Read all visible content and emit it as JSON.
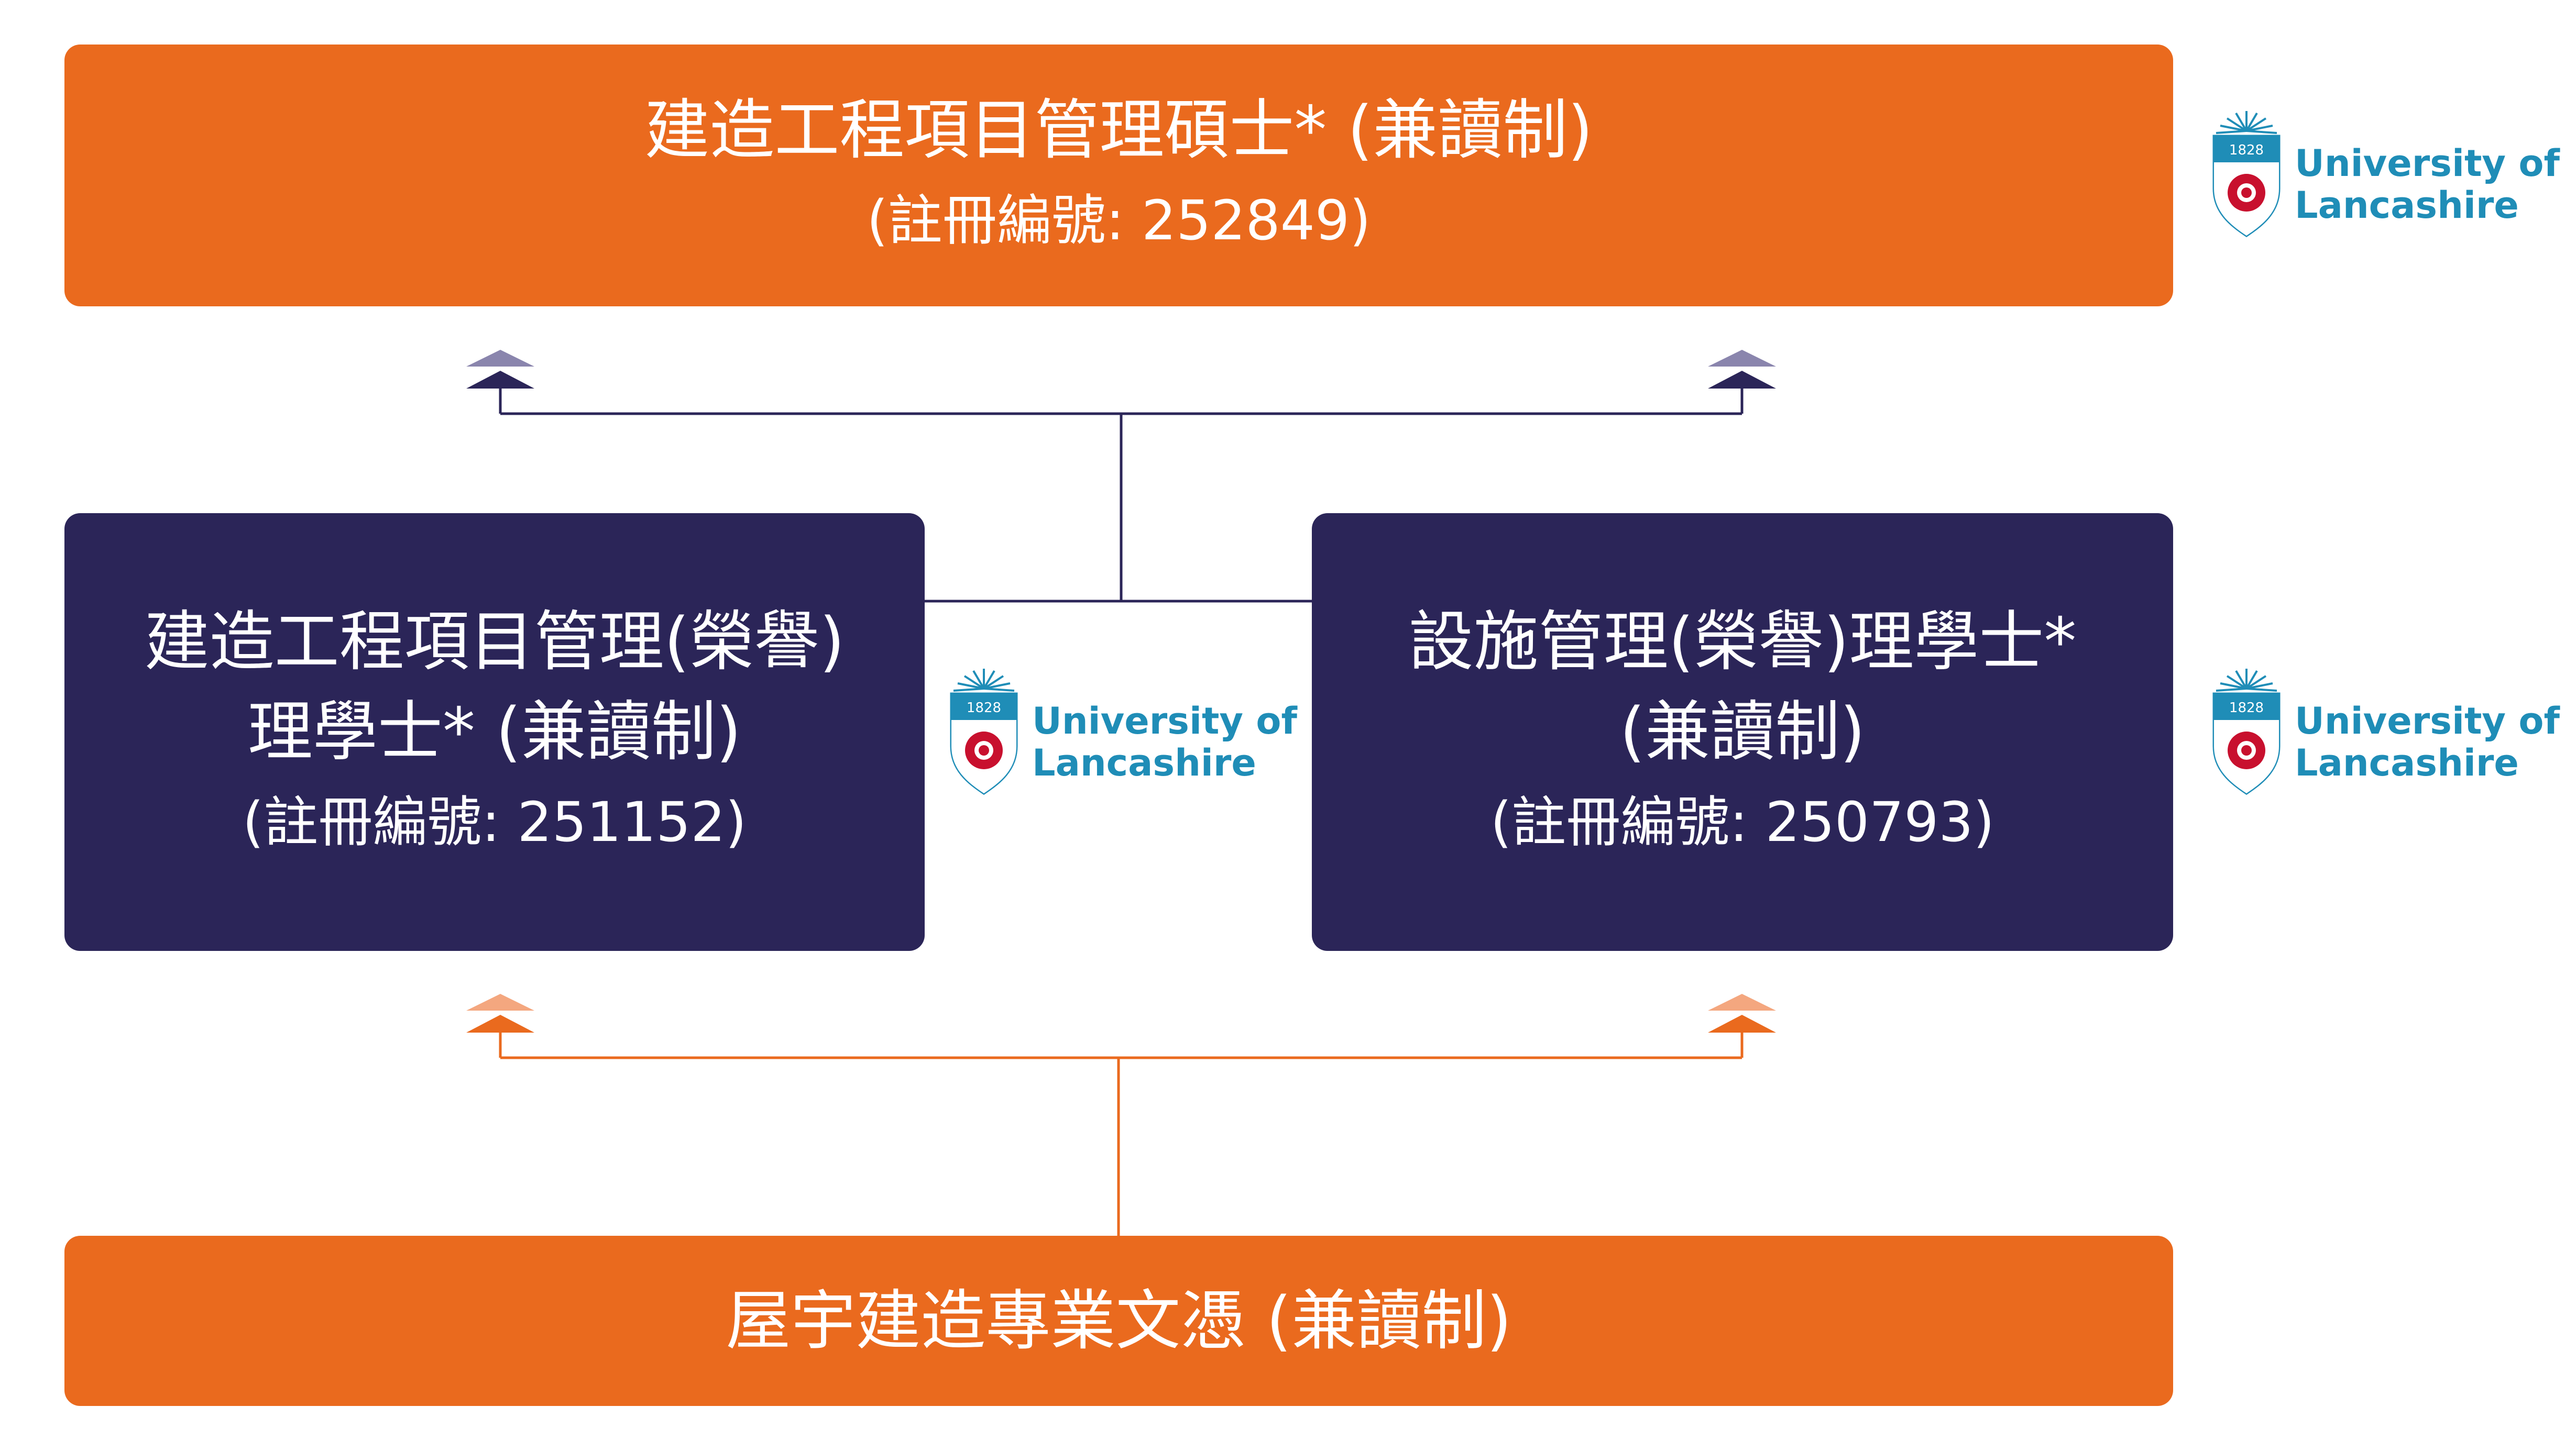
{
  "programmes": {
    "master": {
      "title": "建造工程項目管理碩士* (兼讀制)",
      "registration": "(註冊編號: 252849)"
    },
    "bsc_cepm": {
      "title_line1": "建造工程項目管理(榮譽)",
      "title_line2": "理學士* (兼讀制)",
      "registration": "(註冊編號: 251152)"
    },
    "bsc_fm": {
      "title_line1": "設施管理(榮譽)理學士*",
      "title_line2": "(兼讀制)",
      "registration": "(註冊編號: 250793)"
    },
    "diploma": {
      "title": "屋宇建造專業文憑 (兼讀制)"
    }
  },
  "logo": {
    "year": "1828",
    "line1": "University of",
    "line2": "Lancashire"
  },
  "colors": {
    "orange": "#ea6a1e",
    "light_orange": "#f4a77f",
    "navy": "#2b2558",
    "light_navy": "#8a85ad",
    "logo_blue": "#1f8db7",
    "rose_red": "#c8102e"
  }
}
